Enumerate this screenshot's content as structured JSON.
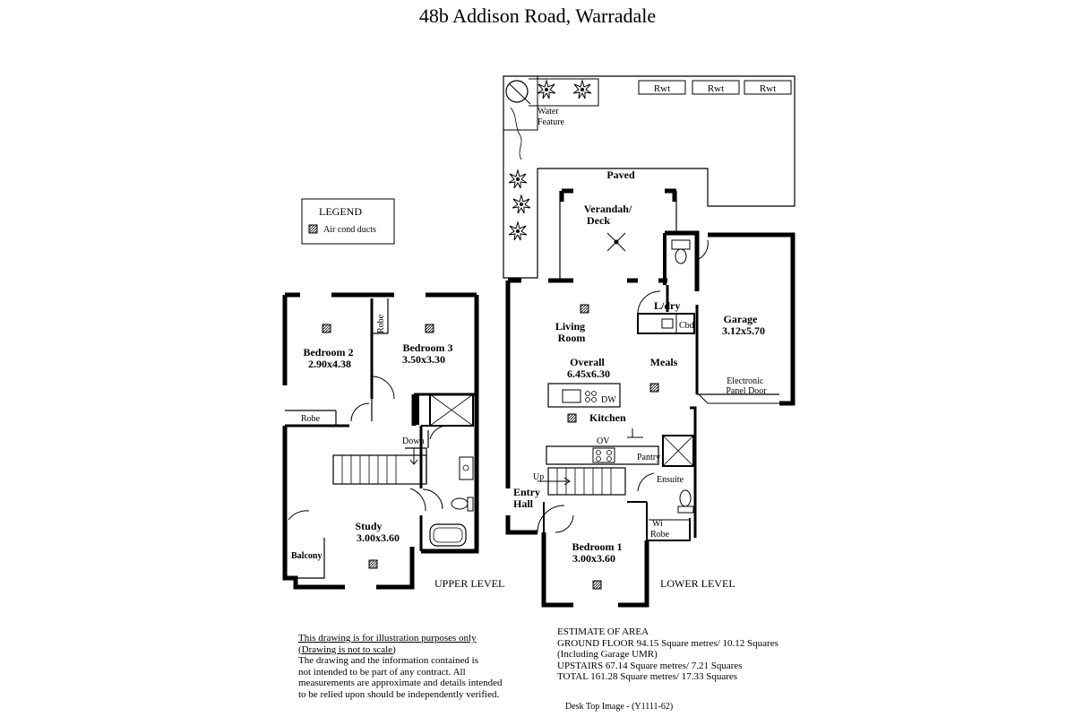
{
  "title": "48b  Addison Road, Warradale",
  "legend": {
    "heading": "LEGEND",
    "item": "Air cond ducts"
  },
  "rooms": {
    "rwt": "Rwt",
    "water_feature": [
      "Water",
      "Feature"
    ],
    "paved": "Paved",
    "verandah": [
      "Verandah/",
      "Deck"
    ],
    "laundry": "L/dry",
    "cbd": "Cbd",
    "garage": [
      "Garage",
      "3.12x5.70"
    ],
    "garage_door": [
      "Electronic",
      "Panel Door"
    ],
    "living": [
      "Living",
      "Room"
    ],
    "overall": [
      "Overall",
      "6.45x6.30"
    ],
    "meals": "Meals",
    "dw": "DW",
    "kitchen": "Kitchen",
    "ov": "OV",
    "pantry": "Pantry",
    "ensuite": "Ensuite",
    "up": "Up",
    "entry": [
      "Entry",
      "Hall"
    ],
    "wi_robe": [
      "Wi",
      "Robe"
    ],
    "bedroom1": [
      "Bedroom 1",
      "3.00x3.60"
    ],
    "bedroom2": [
      "Bedroom 2",
      "2.90x4.38"
    ],
    "bedroom3": [
      "Bedroom 3",
      "3.50x3.30"
    ],
    "robe": "Robe",
    "down": "Down",
    "study": [
      "Study",
      "3.00x3.60"
    ],
    "balcony": "Balcony"
  },
  "levels": {
    "upper": "UPPER LEVEL",
    "lower": "LOWER LEVEL"
  },
  "disclaimer": {
    "line1": "This drawing is for illustration purposes only",
    "line2": "(Drawing is not to scale)",
    "body": [
      "The drawing and the information contained is",
      "not intended to be part of any contract.  All",
      "measurements are approximate and details intended",
      "to be relied upon should be independently verified."
    ]
  },
  "area": {
    "heading": "ESTIMATE OF AREA",
    "lines": [
      "GROUND FLOOR 94.15 Square metres/  10.12 Squares",
      "(Including Garage UMR)",
      "UPSTAIRS  67.14 Square metres/  7.21 Squares",
      "TOTAL  161.28 Square metres/  17.33 Squares"
    ]
  },
  "footer": "Desk Top Image -  (Y1111-62)"
}
